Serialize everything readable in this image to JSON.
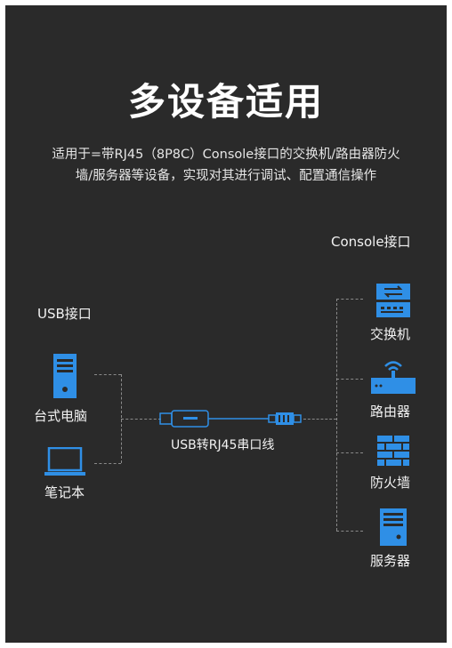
{
  "title": "多设备适用",
  "subtitle_line1": "适用于=带RJ45（8P8C）Console接口的交换机/路由器防火",
  "subtitle_line2": "墙/服务器等设备，实现对其进行调试、配置通信操作",
  "usb_port_label": "USB接口",
  "console_port_label": "Console接口",
  "cable_label": "USB转RJ45串口线",
  "left_devices": [
    {
      "label": "台式电脑",
      "icon": "desktop-tower-icon"
    },
    {
      "label": "笔记本",
      "icon": "laptop-icon"
    }
  ],
  "right_devices": [
    {
      "label": "交换机",
      "icon": "switch-icon"
    },
    {
      "label": "路由器",
      "icon": "router-icon"
    },
    {
      "label": "防火墙",
      "icon": "firewall-icon"
    },
    {
      "label": "服务器",
      "icon": "server-icon"
    }
  ],
  "colors": {
    "background": "#2a2a2a",
    "accent_blue": "#2f8fe6",
    "text": "#ffffff",
    "connector_line": "#8a8a8a"
  }
}
